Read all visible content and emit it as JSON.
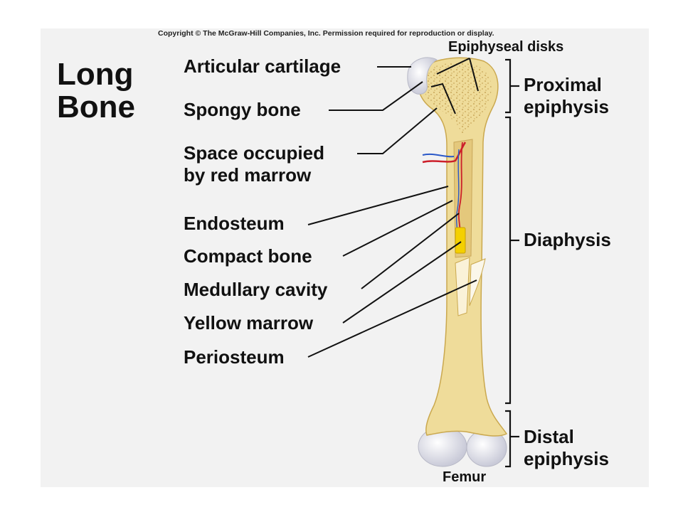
{
  "copyright": "Copyright © The McGraw-Hill Companies, Inc. Permission required for reproduction or display.",
  "title_line1": "Long",
  "title_line2": "Bone",
  "labels": {
    "articular_cartilage": "Articular cartilage",
    "spongy_bone": "Spongy bone",
    "red_marrow_line1": "Space occupied",
    "red_marrow_line2": "by red marrow",
    "endosteum": "Endosteum",
    "compact_bone": "Compact bone",
    "medullary_cavity": "Medullary cavity",
    "yellow_marrow": "Yellow marrow",
    "periosteum": "Periosteum",
    "epiphyseal_disks": "Epiphyseal disks",
    "femur": "Femur"
  },
  "regions": {
    "proximal_line1": "Proximal",
    "proximal_line2": "epiphysis",
    "diaphysis": "Diaphysis",
    "distal_line1": "Distal",
    "distal_line2": "epiphysis"
  },
  "colors": {
    "background": "#f2f2f2",
    "bone": "#efdc9a",
    "bone_edge": "#caa84e",
    "cartilage": "#dcdde8",
    "yellow_marrow": "#f4d000",
    "artery": "#cc1f2a",
    "vein": "#2a58c8",
    "leader": "#111111"
  }
}
